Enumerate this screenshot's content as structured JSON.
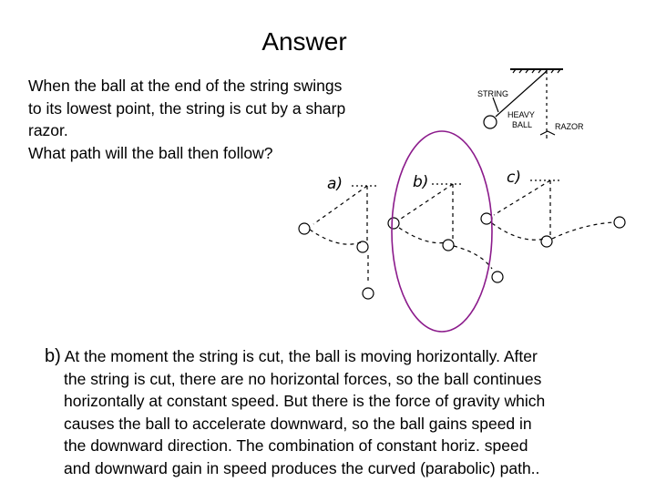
{
  "title": "Answer",
  "question": {
    "lines": [
      "When the ball at the end of the string swings",
      "to its lowest point, the string is cut by a sharp",
      "razor.",
      "What path will the ball then follow?"
    ]
  },
  "diagram": {
    "labels": {
      "string": "STRING",
      "heavy": "HEAVY",
      "ball": "BALL",
      "razor": "RAZOR"
    },
    "options": [
      "a)",
      "b)",
      "c)"
    ],
    "circled_option": "b)",
    "colors": {
      "highlight_ellipse": "#8b1a8b",
      "ink": "#000000"
    }
  },
  "answer": {
    "lead": "b)",
    "first_line": "At the moment the string is cut, the ball is moving horizontally. After",
    "lines": [
      "the string is cut, there are no horizontal forces, so the ball continues",
      "horizontally at constant speed. But there is the force of gravity which",
      "causes the ball to accelerate downward, so the ball gains speed in",
      "the downward direction. The combination of constant horiz. speed",
      "and downward gain in speed produces the curved (parabolic) path.."
    ]
  }
}
